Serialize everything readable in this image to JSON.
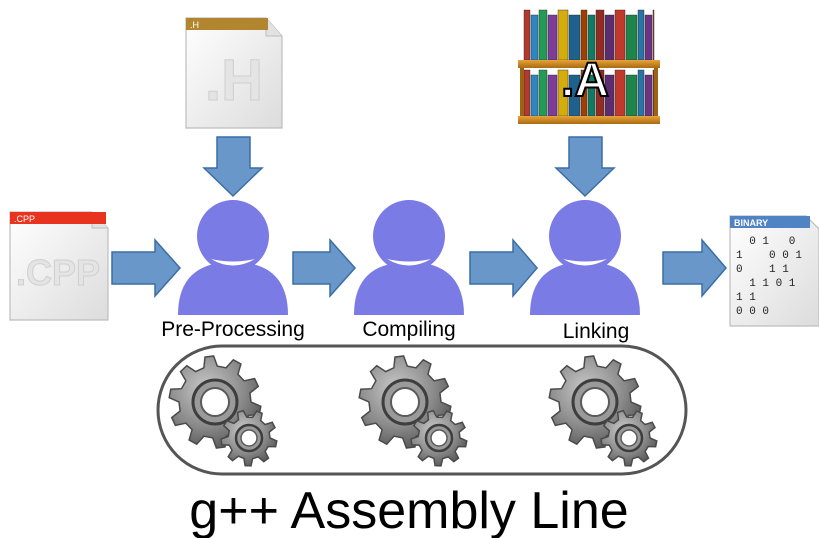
{
  "header_file": {
    "tab_label": ".H",
    "big_label": ".H",
    "icon": "header-file-icon",
    "tab_color": "#b2862f"
  },
  "library": {
    "label": ".A",
    "icon": "bookshelf-icon",
    "shelf_color": "#c9881e"
  },
  "source_file": {
    "tab_label": ".CPP",
    "big_label": ".CPP",
    "icon": "source-file-icon",
    "tab_color": "#e8341e"
  },
  "binary_file": {
    "tab_label": "BINARY",
    "icon": "binary-file-icon",
    "tab_color": "#4f83c4",
    "lines": [
      "  0 1   0",
      "1    0 0 1",
      "0    1 1",
      "  1 1 0 1",
      "1 1",
      "0 0 0"
    ]
  },
  "stages": [
    {
      "label": "Pre-Processing",
      "icon": "person-icon"
    },
    {
      "label": "Compiling",
      "icon": "person-icon"
    },
    {
      "label": "Linking",
      "icon": "person-icon"
    }
  ],
  "gears": [
    "gears-icon",
    "gears-icon",
    "gears-icon"
  ],
  "title": "g++ Assembly Line",
  "colors": {
    "arrow_fill": "#6a97c9",
    "arrow_stroke": "#3a6ea5",
    "person": "#7b7be6",
    "belt_stroke": "#555555",
    "gear": "#7a7a7a"
  }
}
